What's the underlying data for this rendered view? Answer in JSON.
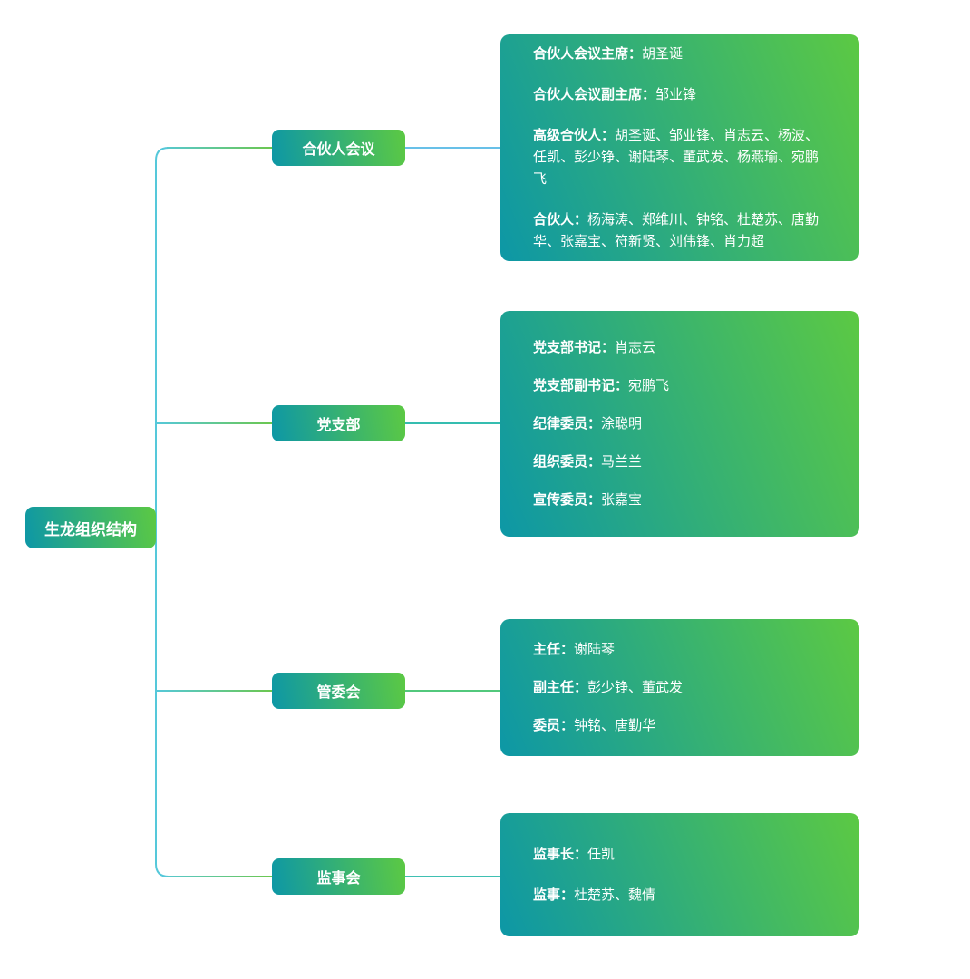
{
  "root": {
    "label": "生龙组织结构"
  },
  "colors": {
    "card_gradient_start": "#0d97a6",
    "card_gradient_end": "#5cc943",
    "trunk_line": "#55c8da",
    "branch_line_green": "#6cc74e",
    "connector_1": "#68c0e8",
    "connector_2": "#35bdb0",
    "connector_3": "#52c87c",
    "connector_4": "#3fc0b2"
  },
  "branches": [
    {
      "label": "合伙人会议",
      "details": [
        {
          "label": "合伙人会议主席：",
          "value": "胡圣诞"
        },
        {
          "label": "合伙人会议副主席：",
          "value": "邹业锋"
        },
        {
          "label": "高级合伙人：",
          "value": "胡圣诞、邹业锋、肖志云、杨波、任凯、彭少铮、谢陆琴、董武发、杨燕瑜、宛鹏飞"
        },
        {
          "label": "合伙人：",
          "value": "杨海涛、郑维川、钟铭、杜楚苏、唐勤华、张嘉宝、符新贤、刘伟锋、肖力超"
        }
      ]
    },
    {
      "label": "党支部",
      "details": [
        {
          "label": "党支部书记：",
          "value": "肖志云"
        },
        {
          "label": "党支部副书记：",
          "value": "宛鹏飞"
        },
        {
          "label": "纪律委员：",
          "value": "涂聪明"
        },
        {
          "label": "组织委员：",
          "value": "马兰兰"
        },
        {
          "label": "宣传委员：",
          "value": "张嘉宝"
        }
      ]
    },
    {
      "label": "管委会",
      "details": [
        {
          "label": "主任：",
          "value": "谢陆琴"
        },
        {
          "label": "副主任：",
          "value": "彭少铮、董武发"
        },
        {
          "label": "委员：",
          "value": "钟铭、唐勤华"
        }
      ]
    },
    {
      "label": "监事会",
      "details": [
        {
          "label": "监事长：",
          "value": "任凯"
        },
        {
          "label": "监事：",
          "value": "杜楚苏、魏倩"
        }
      ]
    }
  ]
}
